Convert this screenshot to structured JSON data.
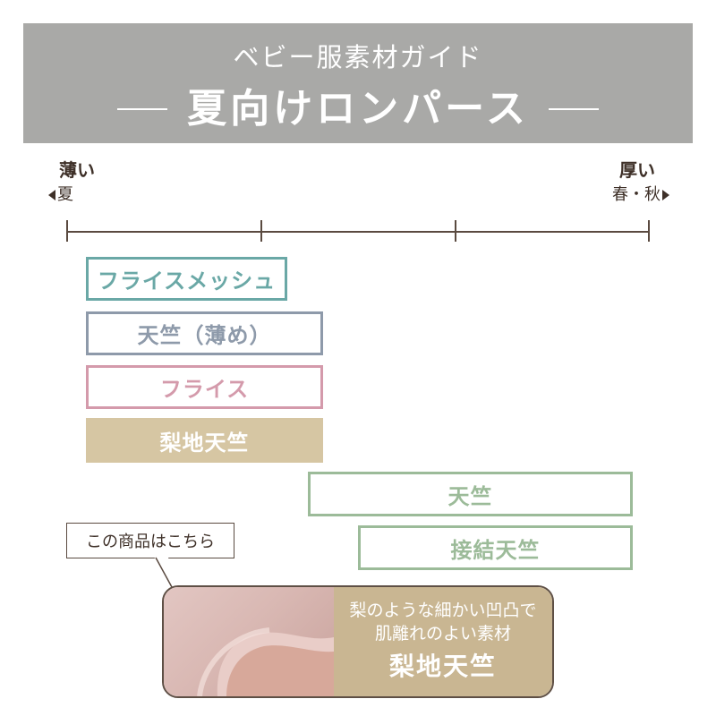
{
  "header": {
    "subtitle": "ベビー服素材ガイド",
    "title": "夏向けロンパース"
  },
  "scale": {
    "thin_label": "薄い",
    "thin_season": "夏",
    "thick_label": "厚い",
    "thick_season": "春・秋"
  },
  "fabrics": [
    {
      "label": "フライスメッシュ",
      "color": "#6aa8a6",
      "style": "outline"
    },
    {
      "label": "天竺（薄め）",
      "color": "#8e9aaa",
      "style": "outline"
    },
    {
      "label": "フライス",
      "color": "#d49aab",
      "style": "outline"
    },
    {
      "label": "梨地天竺",
      "color": "#d6c6a3",
      "style": "filled"
    },
    {
      "label": "天竺",
      "color": "#9cbb99",
      "style": "outline"
    },
    {
      "label": "接結天竺",
      "color": "#9cbb99",
      "style": "outline"
    }
  ],
  "callout": {
    "text": "この商品はこちら"
  },
  "product": {
    "line1": "梨のような細かい凹凸で",
    "line2": "肌離れのよい素材",
    "name": "梨地天竺"
  }
}
